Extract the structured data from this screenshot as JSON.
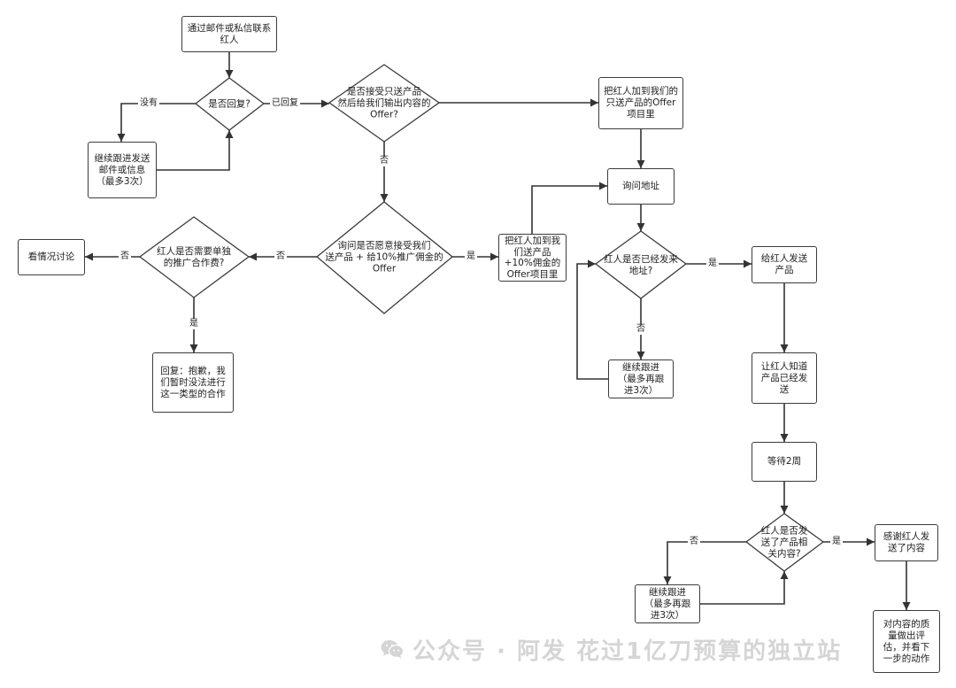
{
  "diagram": {
    "nodes": {
      "contact_influencer": "通过邮件或私信联系\n红人",
      "replied_decision": "是否回复?",
      "follow_up_message": "继续跟进发送\n邮件或信息\n（最多3次）",
      "product_only_decision": "是否接受只送产品\n然后给我们输出内容的\nOffer?",
      "add_to_product_only_offer": "把红人加到我们的\n只送产品的Offer\n项目里",
      "ask_address": "询问地址",
      "commission_decision": "询问是否愿意接受我们\n送产品 + 给10%推广佣金的\nOffer",
      "extra_fee_decision": "红人是否需要单独\n的推广合作费?",
      "discuss_case_by_case": "看情况讨论",
      "decline_reply": "回复：抱歉，我\n们暂时没法进行\n这一类型的合作",
      "add_to_commission_offer": "把红人加到我\n们送产品\n+10%佣金的\nOffer项目里",
      "address_received_decision": "红人是否已经发来\n地址?",
      "ship_product": "给红人发送\n产品",
      "follow_up_address": "继续跟进\n（最多再跟\n进3次）",
      "notify_shipped": "让红人知道\n产品已经发\n送",
      "wait_two_weeks": "等待2周",
      "content_posted_decision": "红人是否发\n送了产品相\n关内容?",
      "thank_influencer": "感谢红人发\n送了内容",
      "follow_up_content": "继续跟进\n（最多再跟\n进3次）",
      "evaluate_content": "对内容的质\n量做出评\n估，并看下\n一步的动作"
    },
    "edge_labels": {
      "replied_no": "没有",
      "replied_yes": "已回复",
      "product_only_no": "否",
      "commission_no": "否",
      "commission_yes": "是",
      "extra_fee_no": "否",
      "extra_fee_yes": "是",
      "address_yes": "是",
      "address_no": "否",
      "content_yes": "是",
      "content_no": "否"
    }
  },
  "watermark": {
    "icon": "wechat-icon",
    "text": "公众号 · 阿发 花过1亿刀预算的独立站"
  },
  "colors": {
    "line": "#333333",
    "node_border": "#3c3c3c",
    "node_fill": "#ffffff",
    "text": "#222222",
    "watermark": "#b4b4b4"
  }
}
